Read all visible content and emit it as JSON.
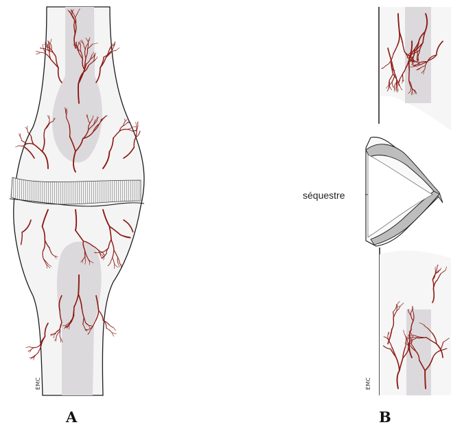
{
  "panels": [
    {
      "letter": "A",
      "emc": "EMC"
    },
    {
      "letter": "B",
      "emc": "EMC"
    }
  ],
  "labels": {
    "sequestrum": "séquestre"
  },
  "colors": {
    "bone_fill": "#f4f4f4",
    "medulla": "#dcd9dc",
    "vessel": "#8b1a14",
    "outline": "#1a1a1a"
  }
}
